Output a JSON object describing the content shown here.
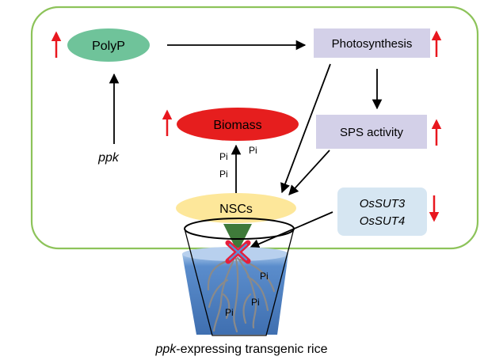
{
  "nodes": {
    "polyp": "PolyP",
    "photosynthesis": "Photosynthesis",
    "biomass": "Biomass",
    "sps_activity": "SPS activity",
    "ppk": "ppk",
    "nscs": "NSCs",
    "ossut3": "OsSUT3",
    "ossut4": "OsSUT4"
  },
  "pi_labels": [
    "Pi",
    "Pi",
    "Pi",
    "Pi",
    "Pi",
    "Pi"
  ],
  "caption": {
    "gene": "ppk",
    "rest": "-expressing transgenic rice"
  },
  "colors": {
    "frame": "#8dc35a",
    "polyp": "#6fc39a",
    "biomass": "#e61e1e",
    "lavender": "#d3d0e8",
    "nscs": "#fde79a",
    "sut_box": "#d6e6f2",
    "water": "#4c7fbf",
    "arrow_up": "#e8171e",
    "arrow_down": "#e8171e",
    "cross": "#e61e3c",
    "roots": "#8a8a8a",
    "shoot": "#3f7a3a"
  },
  "regulation": {
    "polyp": "up-arrow-icon",
    "photosynthesis": "up-arrow-icon",
    "biomass": "up-arrow-icon",
    "sps_activity": "up-arrow-icon",
    "sut": "down-arrow-icon"
  }
}
